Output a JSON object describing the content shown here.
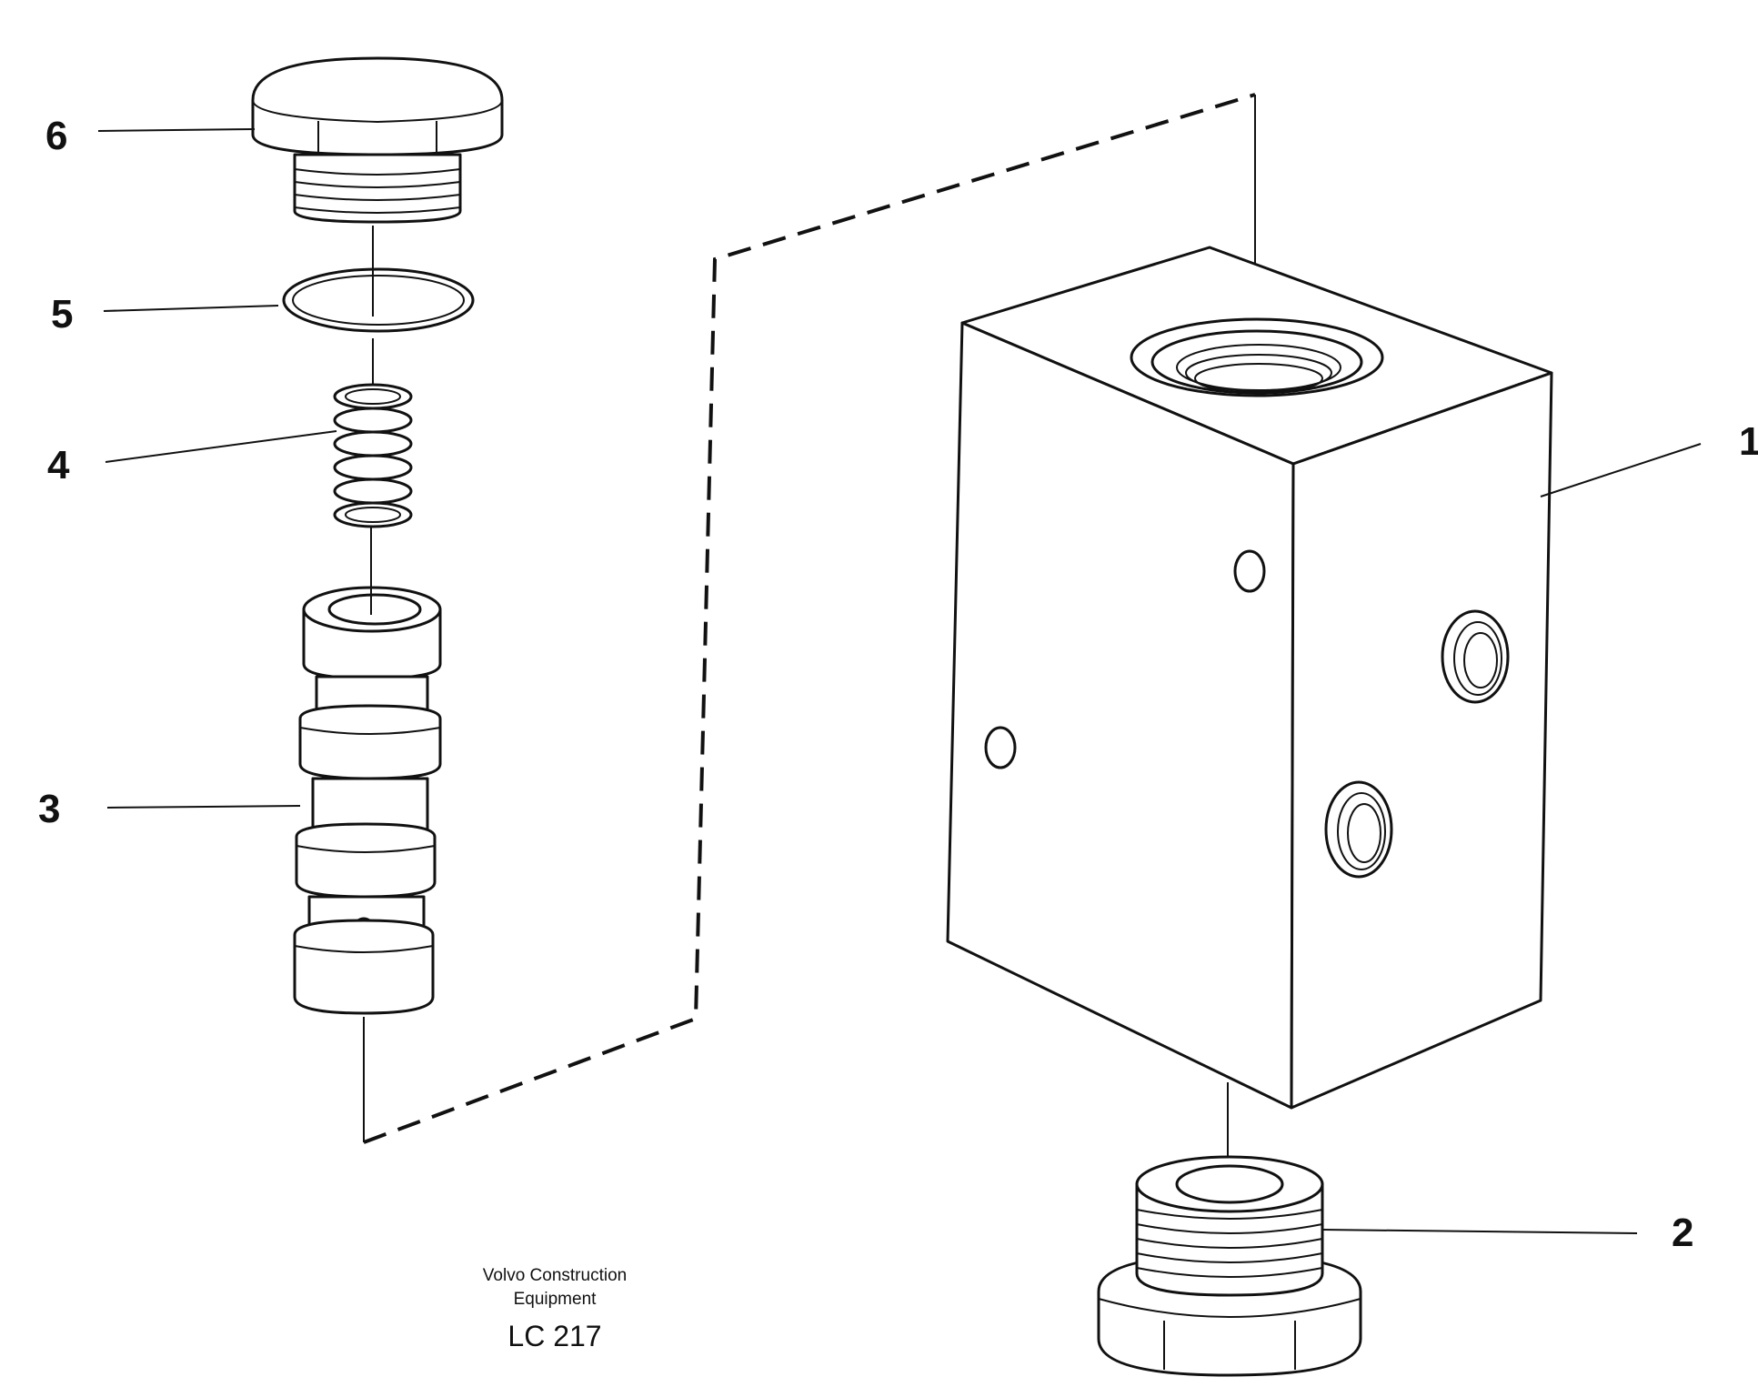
{
  "callouts": [
    {
      "number": "1"
    },
    {
      "number": "2"
    },
    {
      "number": "3"
    },
    {
      "number": "4"
    },
    {
      "number": "5"
    },
    {
      "number": "6"
    }
  ],
  "caption": {
    "line1": "Volvo Construction",
    "line2": "Equipment",
    "code": "LC 217"
  },
  "colors": {
    "ink": "#111111",
    "paper": "#ffffff"
  }
}
